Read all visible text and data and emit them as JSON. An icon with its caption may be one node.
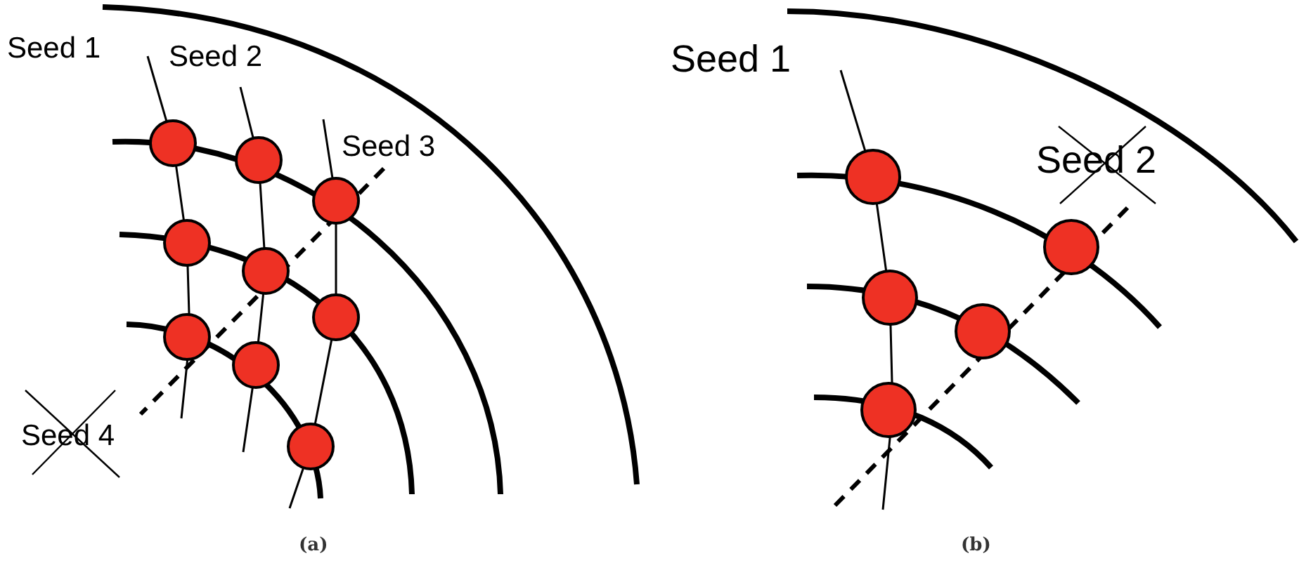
{
  "diagram": {
    "labels": [
      "Seed 1",
      "Seed 2",
      "Seed 3",
      "Seed 4",
      "(a)",
      "Seed 1",
      "Seed 2",
      "(b)"
    ]
  }
}
